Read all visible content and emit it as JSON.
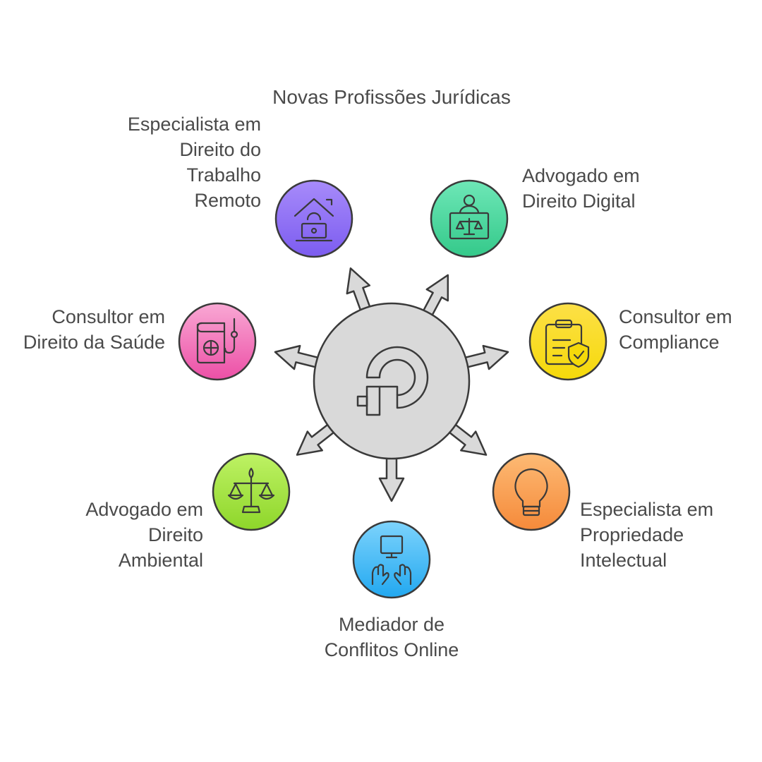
{
  "title": "Novas Profissões Jurídicas",
  "center_icon": "abstract-logo-icon",
  "nodes": [
    {
      "id": "trabalho-remoto",
      "label": "Especialista em\nDireito do\nTrabalho\nRemoto",
      "color_top": "#a78bfa",
      "color_bottom": "#7c5cf0",
      "icon": "remote-work-icon"
    },
    {
      "id": "direito-digital",
      "label": "Advogado em\nDireito Digital",
      "color_top": "#6ee7b7",
      "color_bottom": "#34c98a",
      "icon": "lawyer-desk-scales-icon"
    },
    {
      "id": "compliance",
      "label": "Consultor em\nCompliance",
      "color_top": "#fde047",
      "color_bottom": "#f5d90a",
      "icon": "clipboard-shield-icon"
    },
    {
      "id": "propriedade-intelectual",
      "label": "Especialista em\nPropriedade\nIntelectual",
      "color_top": "#fdba74",
      "color_bottom": "#f58a3a",
      "icon": "lightbulb-icon"
    },
    {
      "id": "mediador",
      "label": "Mediador de\nConflitos Online",
      "color_top": "#7dd3fc",
      "color_bottom": "#22a8f0",
      "icon": "computer-hands-icon"
    },
    {
      "id": "direito-ambiental",
      "label": "Advogado em\nDireito\nAmbiental",
      "color_top": "#bef264",
      "color_bottom": "#8ed62a",
      "icon": "scales-icon"
    },
    {
      "id": "direito-saude",
      "label": "Consultor em\nDireito da Saúde",
      "color_top": "#f9a8d4",
      "color_bottom": "#ec4fa6",
      "icon": "medical-book-icon"
    }
  ]
}
